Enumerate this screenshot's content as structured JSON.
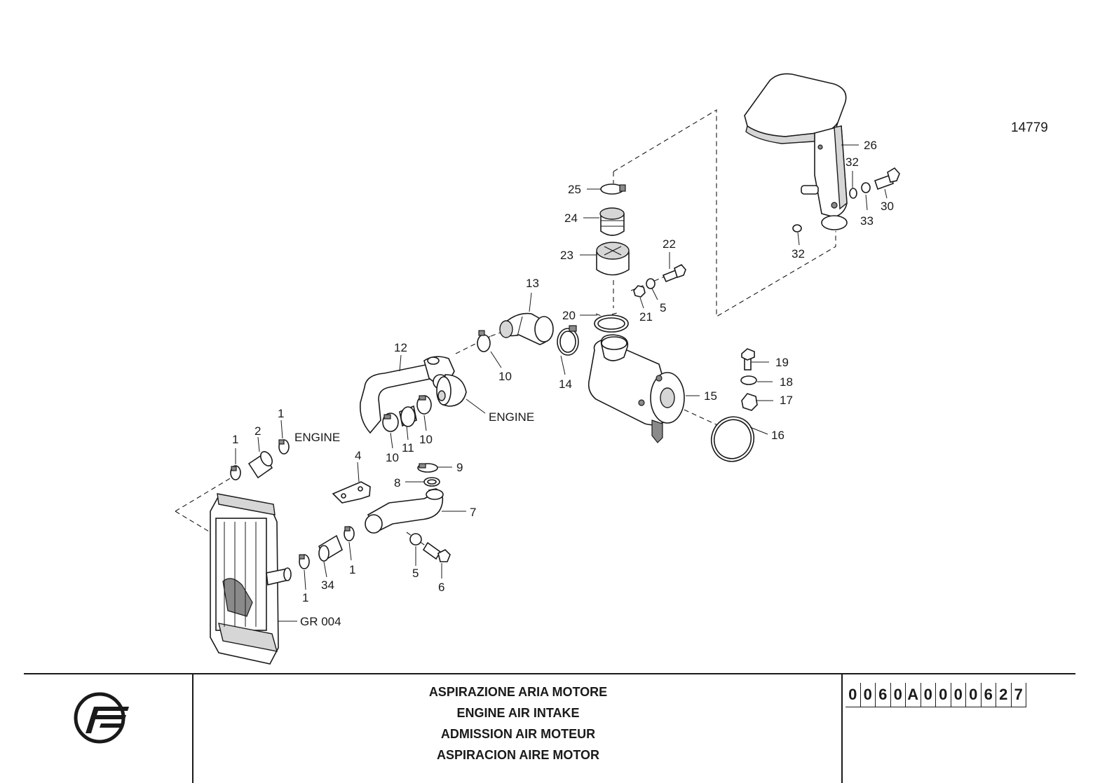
{
  "drawing": {
    "reference_number": "14779",
    "callouts": [
      {
        "id": "c25",
        "text": "25"
      },
      {
        "id": "c24",
        "text": "24"
      },
      {
        "id": "c23",
        "text": "23"
      },
      {
        "id": "c22",
        "text": "22"
      },
      {
        "id": "c21",
        "text": "21"
      },
      {
        "id": "c5a",
        "text": "5"
      },
      {
        "id": "c20",
        "text": "20"
      },
      {
        "id": "c13",
        "text": "13"
      },
      {
        "id": "c14",
        "text": "14"
      },
      {
        "id": "c15",
        "text": "15"
      },
      {
        "id": "c16",
        "text": "16"
      },
      {
        "id": "c17",
        "text": "17"
      },
      {
        "id": "c18",
        "text": "18"
      },
      {
        "id": "c19",
        "text": "19"
      },
      {
        "id": "c26",
        "text": "26"
      },
      {
        "id": "c32a",
        "text": "32"
      },
      {
        "id": "c33",
        "text": "33"
      },
      {
        "id": "c30",
        "text": "30"
      },
      {
        "id": "c32b",
        "text": "32"
      },
      {
        "id": "c12",
        "text": "12"
      },
      {
        "id": "c10a",
        "text": "10"
      },
      {
        "id": "c10b",
        "text": "10"
      },
      {
        "id": "c11",
        "text": "11"
      },
      {
        "id": "c10c",
        "text": "10"
      },
      {
        "id": "cEngine1",
        "text": "ENGINE"
      },
      {
        "id": "cEngine2",
        "text": "ENGINE"
      },
      {
        "id": "c1a",
        "text": "1"
      },
      {
        "id": "c2",
        "text": "2"
      },
      {
        "id": "c1b",
        "text": "1"
      },
      {
        "id": "c4",
        "text": "4"
      },
      {
        "id": "c9",
        "text": "9"
      },
      {
        "id": "c8",
        "text": "8"
      },
      {
        "id": "c7",
        "text": "7"
      },
      {
        "id": "c5b",
        "text": "5"
      },
      {
        "id": "c6",
        "text": "6"
      },
      {
        "id": "c1c",
        "text": "1"
      },
      {
        "id": "c34",
        "text": "34"
      },
      {
        "id": "c1d",
        "text": "1"
      },
      {
        "id": "cGR",
        "text": "GR 004"
      }
    ]
  },
  "title_block": {
    "titles": [
      "ASPIRAZIONE ARIA MOTORE",
      "ENGINE AIR INTAKE",
      "ADMISSION AIR MOTEUR",
      "ASPIRACION AIRE MOTOR"
    ],
    "drawing_code_chars": [
      "0",
      "0",
      "6",
      "0",
      "A",
      "0",
      "0",
      "0",
      "0",
      "6",
      "2",
      "7"
    ],
    "logo": "manufacturer-logo"
  }
}
